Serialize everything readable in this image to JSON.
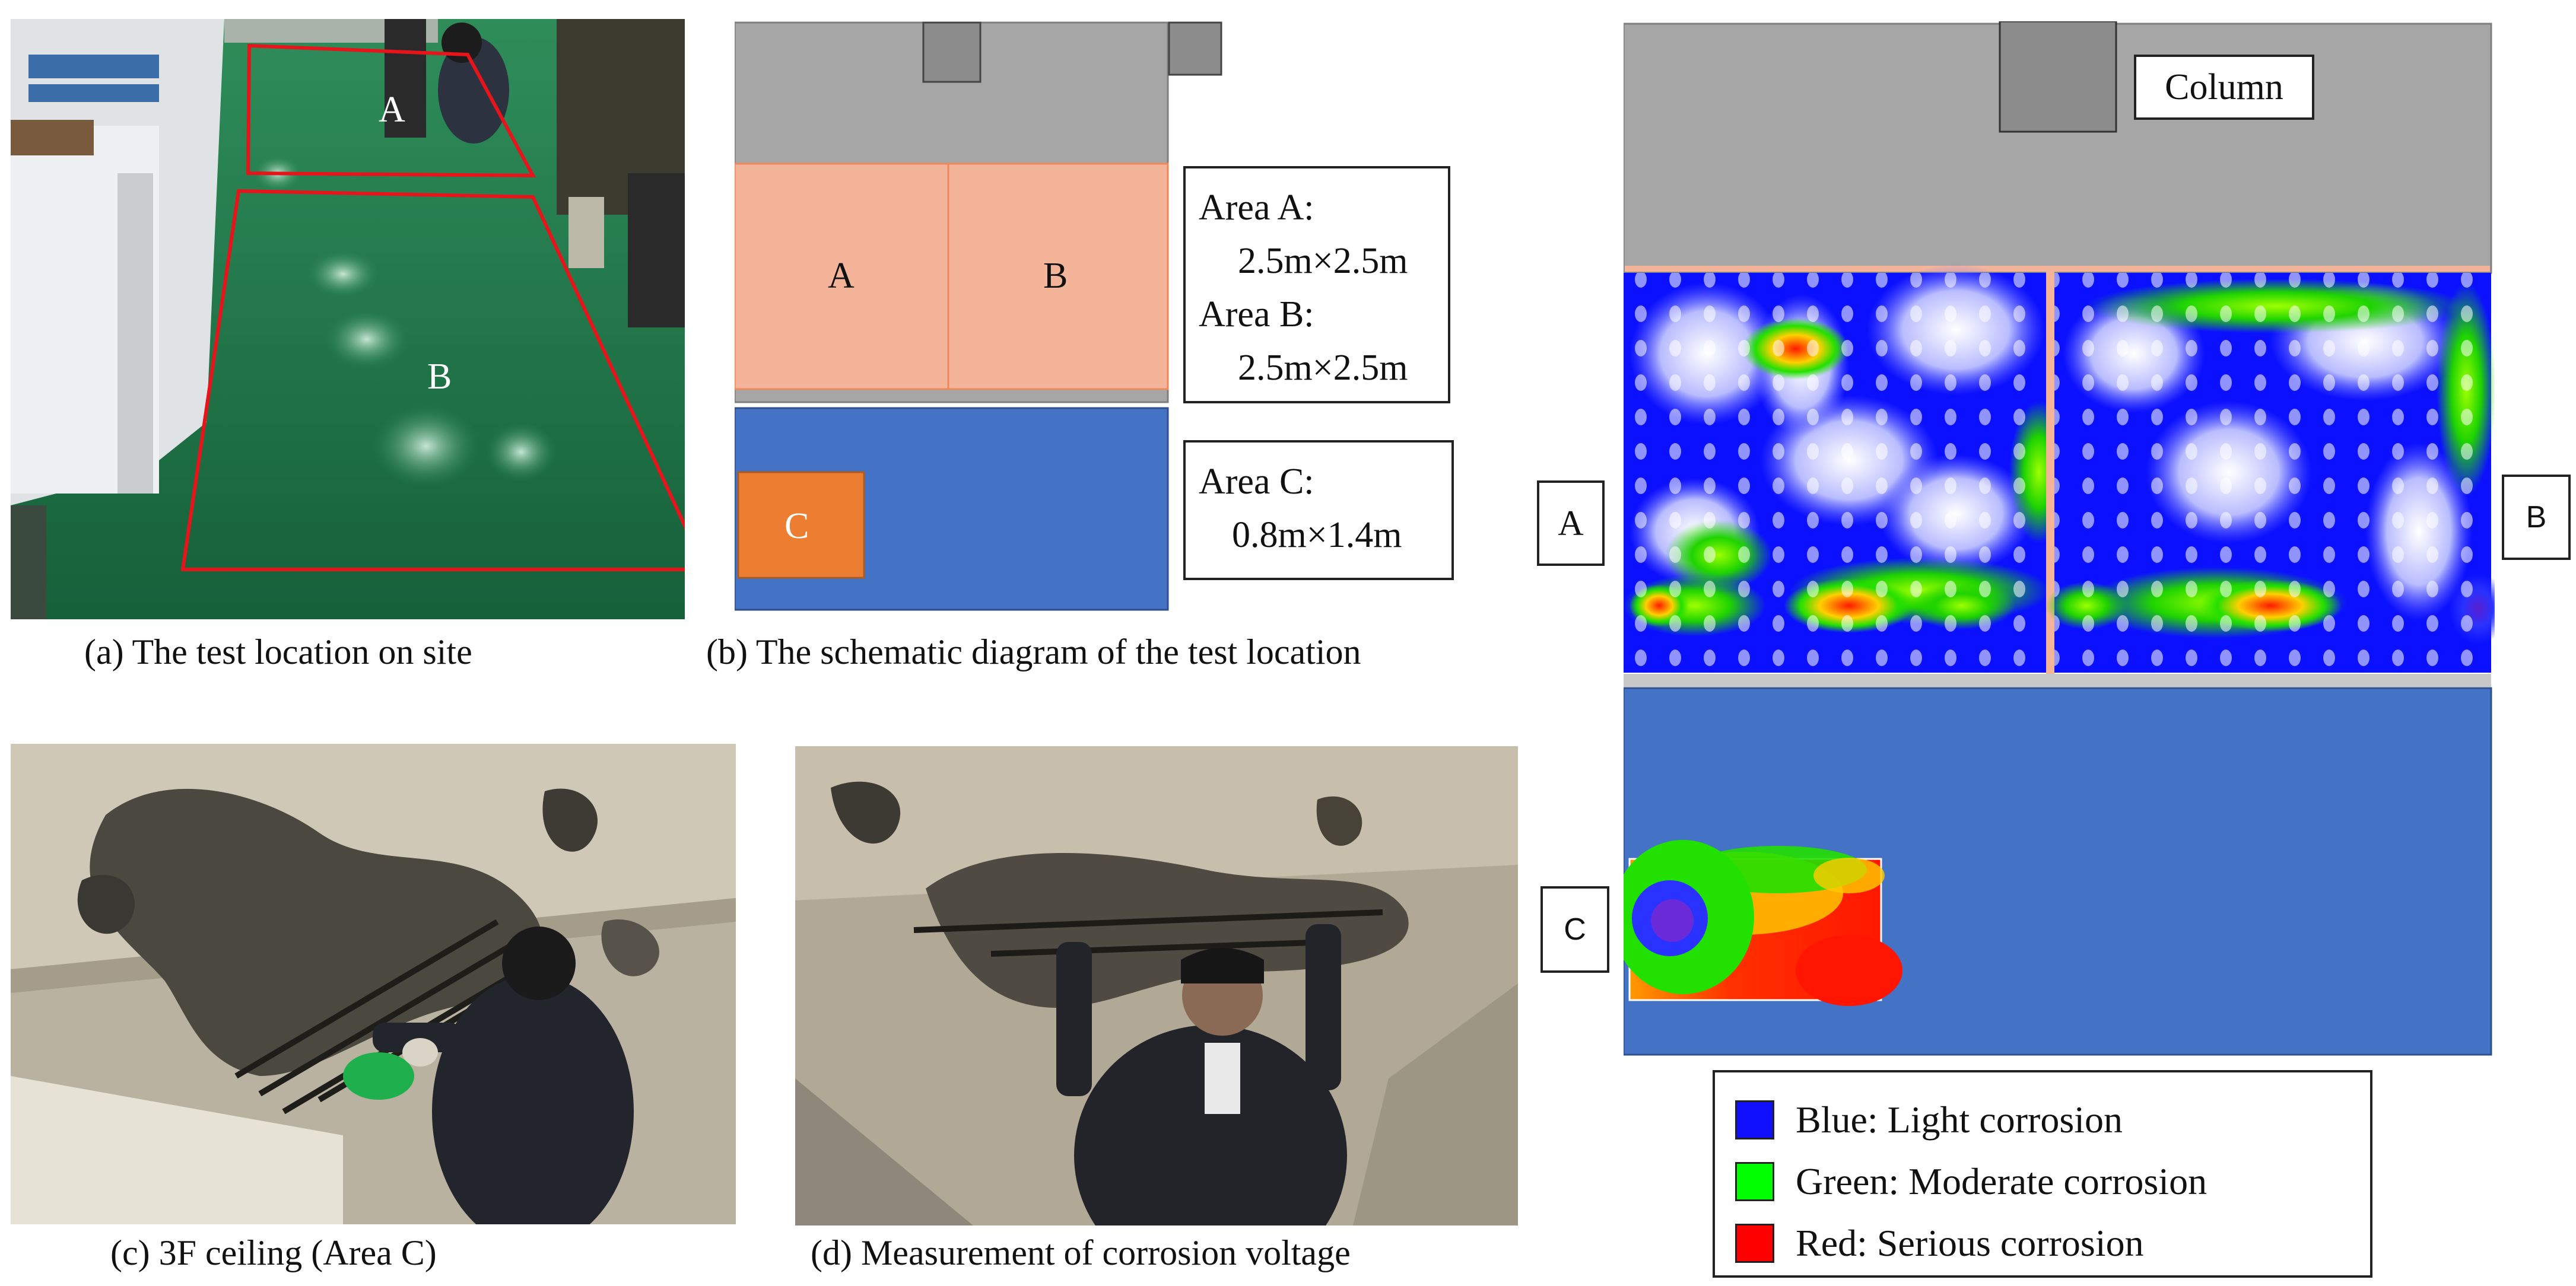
{
  "panel_a": {
    "caption": "(a) The test location on site",
    "label_a": "A",
    "label_b": "B"
  },
  "panel_b": {
    "caption": "(b) The schematic diagram of the test location",
    "label_a": "A",
    "label_b": "B",
    "label_c": "C",
    "area_a_title": "Area A:",
    "area_a_size": "2.5m×2.5m",
    "area_b_title": "Area B:",
    "area_b_size": "2.5m×2.5m",
    "area_c_title": "Area C:",
    "area_c_size": "0.8m×1.4m"
  },
  "panel_c": {
    "caption": "(c) 3F ceiling (Area C)"
  },
  "panel_d": {
    "caption": "(d) Measurement of corrosion voltage"
  },
  "map": {
    "column_label": "Column",
    "label_a": "A",
    "label_b": "B",
    "label_c": "C",
    "legend": [
      {
        "text": "Blue: Light corrosion",
        "color": "#1010ff"
      },
      {
        "text": "Green: Moderate corrosion",
        "color": "#00ff00"
      },
      {
        "text": "Red: Serious corrosion",
        "color": "#ff0000"
      }
    ]
  },
  "colors": {
    "gray": "#a6a6a6",
    "salmon": "#f4b49a",
    "blue": "#4472c4",
    "orange": "#ed7d31",
    "floor_green": "#1f7a4a"
  }
}
